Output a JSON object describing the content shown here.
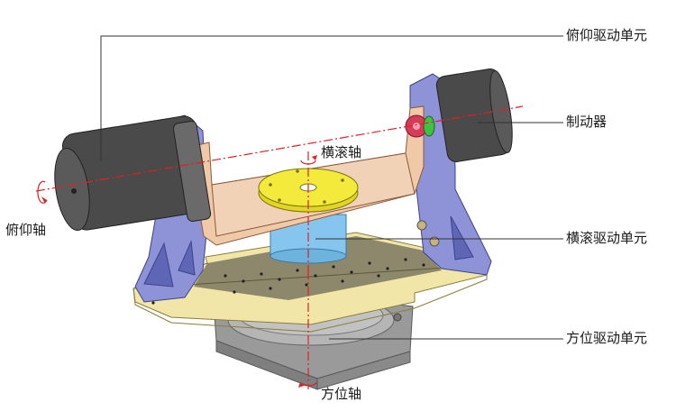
{
  "labels": {
    "pitch_drive_unit": "俯仰驱动单元",
    "brake": "制动器",
    "roll_axis": "横滚轴",
    "pitch_axis": "俯仰轴",
    "roll_drive_unit": "横滚驱动单元",
    "azimuth_drive_unit": "方位驱动单元",
    "azimuth_axis": "方位轴"
  },
  "colors": {
    "axis_line": "#e02020",
    "leader_line": "#333333",
    "motor": "#4a4a4a",
    "bracket": "#8d93d6",
    "roll_frame": "#f0c9a8",
    "base_plate": "#f1e6a8",
    "flange": "#f4ea3c",
    "roll_drive": "#86c6ee",
    "azimuth_unit": "#a6a6a6"
  }
}
